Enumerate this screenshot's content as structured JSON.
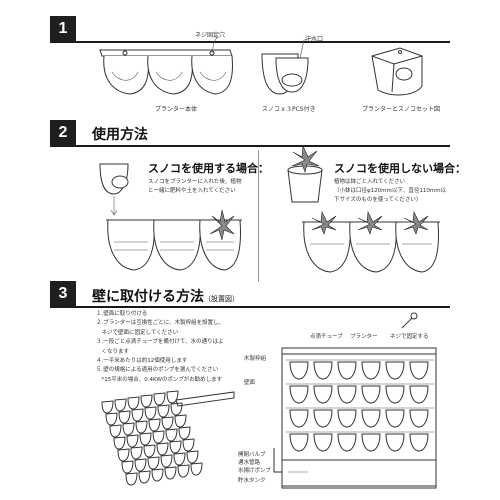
{
  "sections": [
    {
      "number": "1",
      "title": "",
      "figures": {
        "planter_body": "プランター本体",
        "screw_hole": "ネジ固定穴",
        "sunoko_3pcs": "スノコｘ３PCS付き",
        "water_inlet": "注水口",
        "set_view": "プランターとスノコセット図"
      }
    },
    {
      "number": "2",
      "title": "使用方法",
      "with_sunoko": {
        "heading": "スノコを使用する場合：",
        "note": [
          "スノコをプランターに入れた後、植物",
          "と一緒に肥料や土を入れてください"
        ]
      },
      "without_sunoko": {
        "heading": "スノコを使用しない場合：",
        "note": [
          "植物は鉢ごと入れてください",
          "（小鉢は口径φ120mm以下、直径110mm以",
          "下サイズのものを使ってください）"
        ]
      }
    },
    {
      "number": "3",
      "title": "壁に取付ける方法",
      "title_sub": "（設置図）",
      "steps": [
        "１.壁面に取り付ける",
        "２.プランターは互換性ごとに、木製枠組を設置し、",
        "　ネジで壁面に固定してください",
        "３.一段ごと点滴チューブを備付けて、水の通りはよ",
        "　くなります",
        "４.一平米あたりは約12個使用します",
        "５.壁の規格による適用のポンプを選んでください",
        "　*15平米の場合、0.4KWのポンプがお勧めします"
      ],
      "diagram_labels": {
        "drip_tube": "点滴チューブ",
        "planter": "プランター",
        "screw": "ネジで固定する",
        "wood_frame": "木製枠組",
        "wall": "壁面",
        "valve": "開閉バルブ",
        "water_pipe": "通水管路",
        "pump": "水揚げポンプ",
        "tank": "貯水タンク"
      }
    }
  ]
}
